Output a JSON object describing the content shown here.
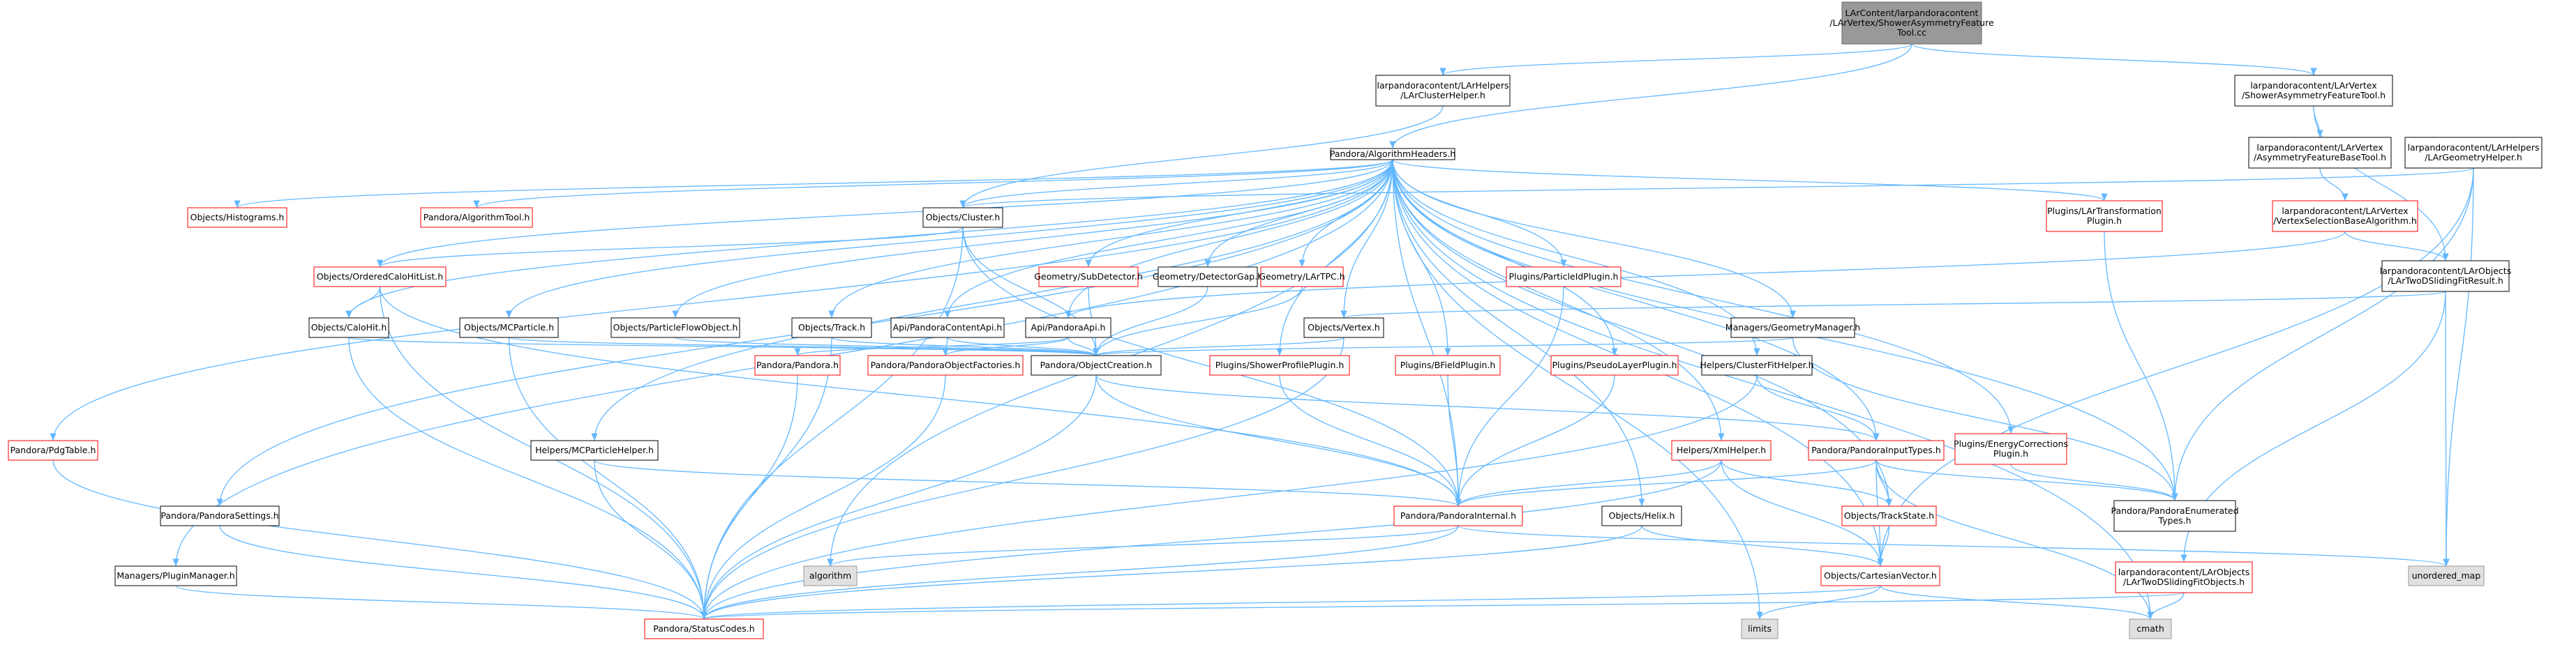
{
  "graph": {
    "colors": {
      "edge": "#63B8FF",
      "border_default": "#000000",
      "border_external": "#FF0000",
      "fill_default": "#FFFFFF",
      "fill_root": "#999999",
      "fill_system": "#E0E0E0",
      "border_system": "#999999"
    },
    "nodes": [
      {
        "id": "root",
        "lines": [
          "LArContent/larpandoracontent",
          "/LArVertex/ShowerAsymmetryFeature",
          "Tool.cc"
        ],
        "style": "root"
      },
      {
        "id": "clusterhelper",
        "lines": [
          "larpandoracontent/LArHelpers",
          "/LArClusterHelper.h"
        ],
        "style": "default"
      },
      {
        "id": "showerasym",
        "lines": [
          "larpandoracontent/LArVertex",
          "/ShowerAsymmetryFeatureTool.h"
        ],
        "style": "default"
      },
      {
        "id": "algheaders",
        "lines": [
          "Pandora/AlgorithmHeaders.h"
        ],
        "style": "default"
      },
      {
        "id": "asymbase",
        "lines": [
          "larpandoracontent/LArVertex",
          "/AsymmetryFeatureBaseTool.h"
        ],
        "style": "default"
      },
      {
        "id": "geomhelper",
        "lines": [
          "larpandoracontent/LArHelpers",
          "/LArGeometryHelper.h"
        ],
        "style": "default"
      },
      {
        "id": "histograms",
        "lines": [
          "Objects/Histograms.h"
        ],
        "style": "external"
      },
      {
        "id": "algtool",
        "lines": [
          "Pandora/AlgorithmTool.h"
        ],
        "style": "external"
      },
      {
        "id": "cluster",
        "lines": [
          "Objects/Cluster.h"
        ],
        "style": "default"
      },
      {
        "id": "transplugin",
        "lines": [
          "Plugins/LArTransformation",
          "Plugin.h"
        ],
        "style": "external"
      },
      {
        "id": "vertexsel",
        "lines": [
          "larpandoracontent/LArVertex",
          "/VertexSelectionBaseAlgorithm.h"
        ],
        "style": "external"
      },
      {
        "id": "orderedcalo",
        "lines": [
          "Objects/OrderedCaloHitList.h"
        ],
        "style": "external"
      },
      {
        "id": "subdetector",
        "lines": [
          "Geometry/SubDetector.h"
        ],
        "style": "external"
      },
      {
        "id": "detectorgap",
        "lines": [
          "Geometry/DetectorGap.h"
        ],
        "style": "default"
      },
      {
        "id": "lartpc",
        "lines": [
          "Geometry/LArTPC.h"
        ],
        "style": "external"
      },
      {
        "id": "particleid",
        "lines": [
          "Plugins/ParticleIdPlugin.h"
        ],
        "style": "external"
      },
      {
        "id": "twodsliding",
        "lines": [
          "larpandoracontent/LArObjects",
          "/LArTwoDSlidingFitResult.h"
        ],
        "style": "default"
      },
      {
        "id": "calohit",
        "lines": [
          "Objects/CaloHit.h"
        ],
        "style": "default"
      },
      {
        "id": "mcparticle",
        "lines": [
          "Objects/MCParticle.h"
        ],
        "style": "default"
      },
      {
        "id": "pfo",
        "lines": [
          "Objects/ParticleFlowObject.h"
        ],
        "style": "default"
      },
      {
        "id": "track",
        "lines": [
          "Objects/Track.h"
        ],
        "style": "default"
      },
      {
        "id": "contentapi",
        "lines": [
          "Api/PandoraContentApi.h"
        ],
        "style": "default"
      },
      {
        "id": "pandoraapi",
        "lines": [
          "Api/PandoraApi.h"
        ],
        "style": "default"
      },
      {
        "id": "vertex",
        "lines": [
          "Objects/Vertex.h"
        ],
        "style": "default"
      },
      {
        "id": "geommgr",
        "lines": [
          "Managers/GeometryManager.h"
        ],
        "style": "default"
      },
      {
        "id": "pandora",
        "lines": [
          "Pandora/Pandora.h"
        ],
        "style": "external"
      },
      {
        "id": "objfactories",
        "lines": [
          "Pandora/PandoraObjectFactories.h"
        ],
        "style": "external"
      },
      {
        "id": "objcreation",
        "lines": [
          "Pandora/ObjectCreation.h"
        ],
        "style": "default"
      },
      {
        "id": "showerprofile",
        "lines": [
          "Plugins/ShowerProfilePlugin.h"
        ],
        "style": "external"
      },
      {
        "id": "bfield",
        "lines": [
          "Plugins/BFieldPlugin.h"
        ],
        "style": "external"
      },
      {
        "id": "pseudolayer",
        "lines": [
          "Plugins/PseudoLayerPlugin.h"
        ],
        "style": "external"
      },
      {
        "id": "clusterfit",
        "lines": [
          "Helpers/ClusterFitHelper.h"
        ],
        "style": "default"
      },
      {
        "id": "pdgtable",
        "lines": [
          "Pandora/PdgTable.h"
        ],
        "style": "external"
      },
      {
        "id": "mcphelper",
        "lines": [
          "Helpers/MCParticleHelper.h"
        ],
        "style": "default"
      },
      {
        "id": "xmlhelper",
        "lines": [
          "Helpers/XmlHelper.h"
        ],
        "style": "external"
      },
      {
        "id": "inputtypes",
        "lines": [
          "Pandora/PandoraInputTypes.h"
        ],
        "style": "external"
      },
      {
        "id": "energycorr",
        "lines": [
          "Plugins/EnergyCorrections",
          "Plugin.h"
        ],
        "style": "external"
      },
      {
        "id": "settings",
        "lines": [
          "Pandora/PandoraSettings.h"
        ],
        "style": "default"
      },
      {
        "id": "internal",
        "lines": [
          "Pandora/PandoraInternal.h"
        ],
        "style": "external"
      },
      {
        "id": "helix",
        "lines": [
          "Objects/Helix.h"
        ],
        "style": "default"
      },
      {
        "id": "trackstate",
        "lines": [
          "Objects/TrackState.h"
        ],
        "style": "external"
      },
      {
        "id": "enumtypes",
        "lines": [
          "Pandora/PandoraEnumerated",
          "Types.h"
        ],
        "style": "default"
      },
      {
        "id": "pluginmgr",
        "lines": [
          "Managers/PluginManager.h"
        ],
        "style": "default"
      },
      {
        "id": "algorithm",
        "lines": [
          "algorithm"
        ],
        "style": "system"
      },
      {
        "id": "cartesian",
        "lines": [
          "Objects/CartesianVector.h"
        ],
        "style": "external"
      },
      {
        "id": "twodfitobj",
        "lines": [
          "larpandoracontent/LArObjects",
          "/LArTwoDSlidingFitObjects.h"
        ],
        "style": "external"
      },
      {
        "id": "unorderedmap",
        "lines": [
          "unordered_map"
        ],
        "style": "system"
      },
      {
        "id": "statuscodes",
        "lines": [
          "Pandora/StatusCodes.h"
        ],
        "style": "external"
      },
      {
        "id": "limits",
        "lines": [
          "limits"
        ],
        "style": "system"
      },
      {
        "id": "cmath",
        "lines": [
          "cmath"
        ],
        "style": "system"
      }
    ],
    "edges": [
      [
        "root",
        "clusterhelper"
      ],
      [
        "root",
        "algheaders"
      ],
      [
        "root",
        "showerasym"
      ],
      [
        "clusterhelper",
        "cluster"
      ],
      [
        "showerasym",
        "asymbase"
      ],
      [
        "showerasym",
        "twodsliding"
      ],
      [
        "asymbase",
        "vertexsel"
      ],
      [
        "geomhelper",
        "cartesian"
      ],
      [
        "geomhelper",
        "enumtypes"
      ],
      [
        "geomhelper",
        "unorderedmap"
      ],
      [
        "geomhelper",
        "cluster"
      ],
      [
        "vertexsel",
        "pandoraapi"
      ],
      [
        "vertexsel",
        "twodsliding"
      ],
      [
        "algheaders",
        "histograms"
      ],
      [
        "algheaders",
        "algtool"
      ],
      [
        "algheaders",
        "cluster"
      ],
      [
        "algheaders",
        "orderedcalo"
      ],
      [
        "algheaders",
        "calohit"
      ],
      [
        "algheaders",
        "mcparticle"
      ],
      [
        "algheaders",
        "pfo"
      ],
      [
        "algheaders",
        "track"
      ],
      [
        "algheaders",
        "contentapi"
      ],
      [
        "algheaders",
        "pandoraapi"
      ],
      [
        "algheaders",
        "subdetector"
      ],
      [
        "algheaders",
        "detectorgap"
      ],
      [
        "algheaders",
        "lartpc"
      ],
      [
        "algheaders",
        "particleid"
      ],
      [
        "algheaders",
        "vertex"
      ],
      [
        "algheaders",
        "geommgr"
      ],
      [
        "algheaders",
        "transplugin"
      ],
      [
        "algheaders",
        "showerprofile"
      ],
      [
        "algheaders",
        "bfield"
      ],
      [
        "algheaders",
        "pseudolayer"
      ],
      [
        "algheaders",
        "clusterfit"
      ],
      [
        "algheaders",
        "pdgtable"
      ],
      [
        "algheaders",
        "mcphelper"
      ],
      [
        "algheaders",
        "xmlhelper"
      ],
      [
        "algheaders",
        "inputtypes"
      ],
      [
        "algheaders",
        "energycorr"
      ],
      [
        "algheaders",
        "settings"
      ],
      [
        "algheaders",
        "internal"
      ],
      [
        "algheaders",
        "helix"
      ],
      [
        "algheaders",
        "trackstate"
      ],
      [
        "algheaders",
        "enumtypes"
      ],
      [
        "algheaders",
        "pluginmgr"
      ],
      [
        "algheaders",
        "algorithm"
      ],
      [
        "algheaders",
        "cartesian"
      ],
      [
        "algheaders",
        "limits"
      ],
      [
        "algheaders",
        "cmath"
      ],
      [
        "cluster",
        "orderedcalo"
      ],
      [
        "cluster",
        "objcreation"
      ],
      [
        "cluster",
        "statuscodes"
      ],
      [
        "cluster",
        "internal"
      ],
      [
        "orderedcalo",
        "calohit"
      ],
      [
        "orderedcalo",
        "internal"
      ],
      [
        "orderedcalo",
        "statuscodes"
      ],
      [
        "calohit",
        "objcreation"
      ],
      [
        "calohit",
        "statuscodes"
      ],
      [
        "mcparticle",
        "objcreation"
      ],
      [
        "mcparticle",
        "statuscodes"
      ],
      [
        "pfo",
        "objcreation"
      ],
      [
        "track",
        "objcreation"
      ],
      [
        "track",
        "statuscodes"
      ],
      [
        "contentapi",
        "objcreation"
      ],
      [
        "contentapi",
        "objfactories"
      ],
      [
        "pandoraapi",
        "objcreation"
      ],
      [
        "pandoraapi",
        "pandora"
      ],
      [
        "pandoraapi",
        "objfactories"
      ],
      [
        "subdetector",
        "objcreation"
      ],
      [
        "detectorgap",
        "objcreation"
      ],
      [
        "lartpc",
        "objcreation"
      ],
      [
        "vertex",
        "objcreation"
      ],
      [
        "vertex",
        "statuscodes"
      ],
      [
        "geommgr",
        "objcreation"
      ],
      [
        "geommgr",
        "enumtypes"
      ],
      [
        "particleid",
        "internal"
      ],
      [
        "showerprofile",
        "internal"
      ],
      [
        "bfield",
        "internal"
      ],
      [
        "pseudolayer",
        "internal"
      ],
      [
        "transplugin",
        "enumtypes"
      ],
      [
        "energycorr",
        "enumtypes"
      ],
      [
        "clusterfit",
        "inputtypes"
      ],
      [
        "clusterfit",
        "statuscodes"
      ],
      [
        "objcreation",
        "inputtypes"
      ],
      [
        "objcreation",
        "internal"
      ],
      [
        "objcreation",
        "statuscodes"
      ],
      [
        "pandora",
        "statuscodes"
      ],
      [
        "objfactories",
        "statuscodes"
      ],
      [
        "inputtypes",
        "internal"
      ],
      [
        "inputtypes",
        "trackstate"
      ],
      [
        "inputtypes",
        "cartesian"
      ],
      [
        "inputtypes",
        "enumtypes"
      ],
      [
        "inputtypes",
        "cmath"
      ],
      [
        "xmlhelper",
        "internal"
      ],
      [
        "xmlhelper",
        "trackstate"
      ],
      [
        "xmlhelper",
        "cartesian"
      ],
      [
        "xmlhelper",
        "statuscodes"
      ],
      [
        "pdgtable",
        "statuscodes"
      ],
      [
        "mcphelper",
        "internal"
      ],
      [
        "mcphelper",
        "statuscodes"
      ],
      [
        "settings",
        "statuscodes"
      ],
      [
        "pluginmgr",
        "statuscodes"
      ],
      [
        "internal",
        "algorithm"
      ],
      [
        "internal",
        "unorderedmap"
      ],
      [
        "internal",
        "statuscodes"
      ],
      [
        "helix",
        "cartesian"
      ],
      [
        "helix",
        "statuscodes"
      ],
      [
        "trackstate",
        "cartesian"
      ],
      [
        "cartesian",
        "statuscodes"
      ],
      [
        "cartesian",
        "limits"
      ],
      [
        "cartesian",
        "cmath"
      ],
      [
        "twodsliding",
        "twodfitobj"
      ],
      [
        "twodsliding",
        "unorderedmap"
      ],
      [
        "twodsliding",
        "vertex"
      ],
      [
        "twodfitobj",
        "statuscodes"
      ],
      [
        "twodfitobj",
        "cmath"
      ]
    ]
  }
}
